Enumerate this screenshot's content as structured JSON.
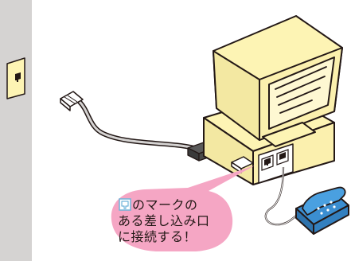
{
  "callout": {
    "line1": "のマークの",
    "line2": "ある差し込み口",
    "line3": "に接続する！",
    "icon": "phone-port-mark-icon"
  },
  "colors": {
    "wall": "#d5d3d2",
    "bubble": "#f5a6c4",
    "monitor": "#fdf4b4",
    "phone": "#3b8ed1",
    "port_mark": "#6fb3d9",
    "outline": "#231816"
  }
}
